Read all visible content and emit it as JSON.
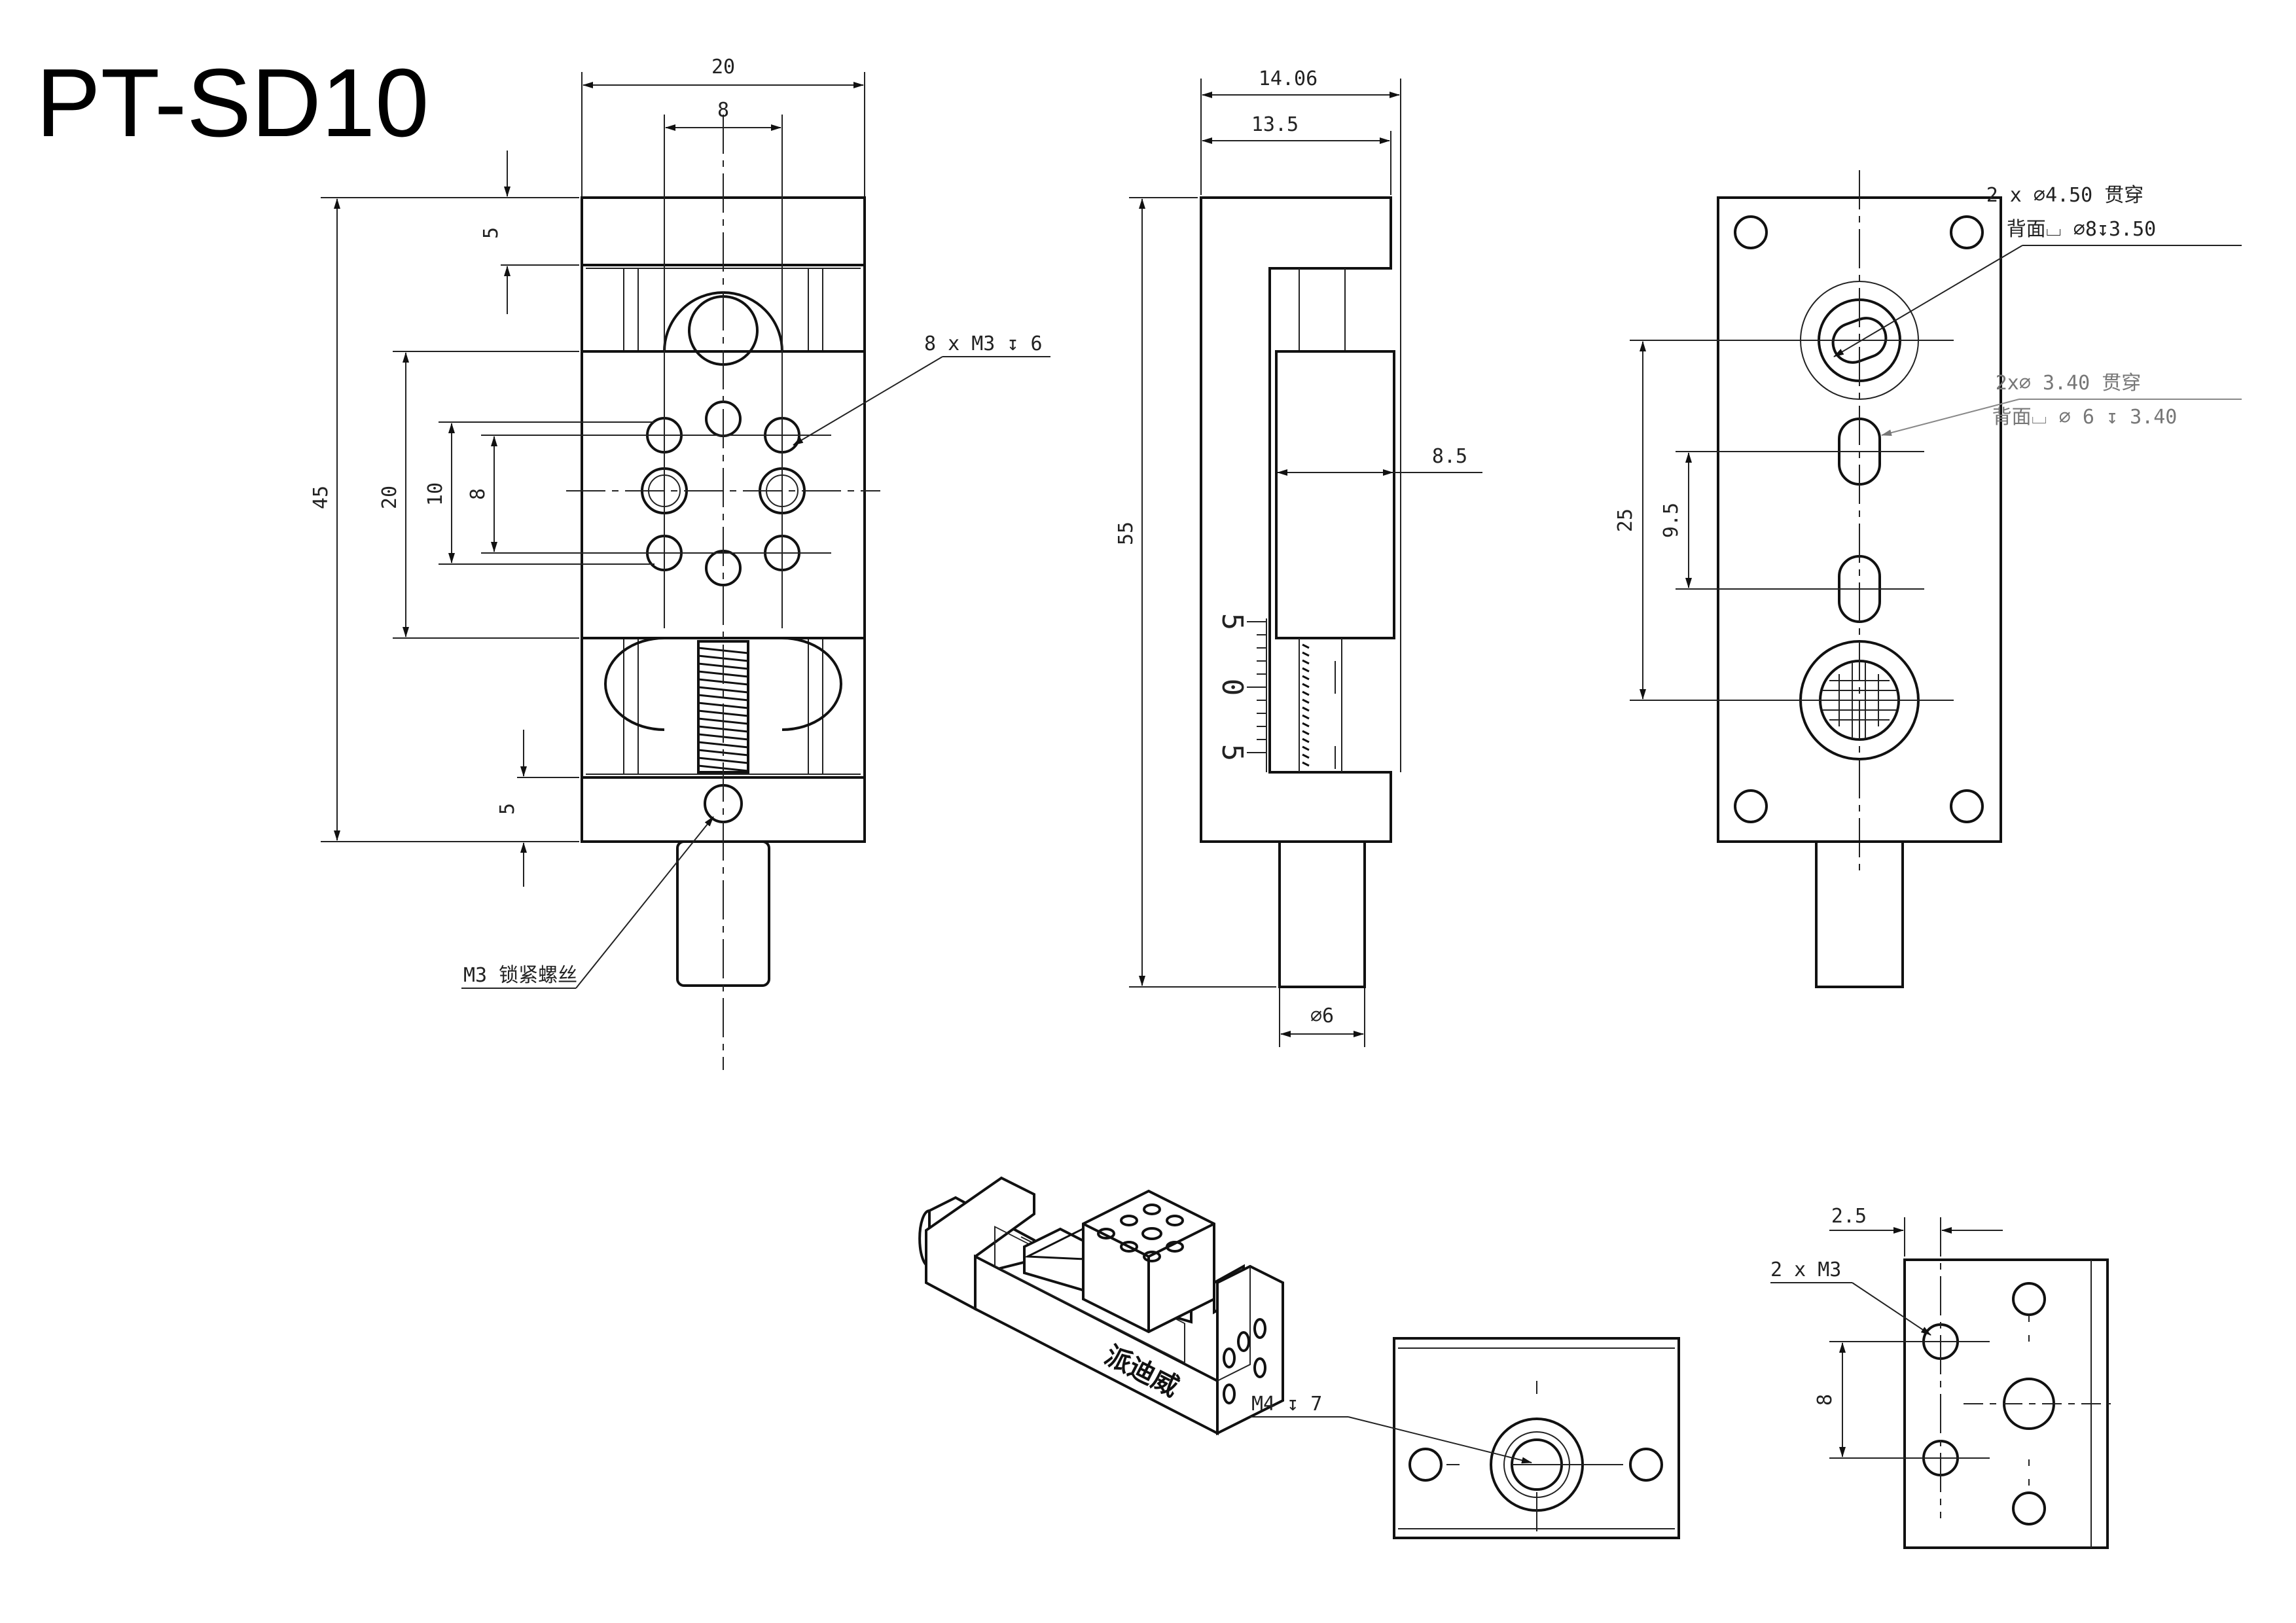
{
  "title": "PT-SD10",
  "front_view": {
    "width_dim": "20",
    "hole_spacing_dim": "8",
    "height_dim": "45",
    "platform_dim": "20",
    "pattern_outer_dim": "10",
    "pattern_inner_dim": "8",
    "top_flange_dim": "5",
    "bottom_flange_dim": "5",
    "tapped_holes_note": "8 x M3 ↧ 6",
    "lock_screw_note": "M3 锁紧螺丝"
  },
  "side_view": {
    "depth_dim": "14.06",
    "depth2_dim": "13.5",
    "height_dim": "55",
    "carriage_dim": "8.5",
    "knob_dia_dim": "⌀6",
    "scale_labels": [
      "5",
      "0",
      "5"
    ]
  },
  "back_view": {
    "thru_note_1": "2 x ⌀4.50 贯穿",
    "cbore_note_1": "背面⌴ ⌀8↧3.50",
    "thru_note_2": "2x⌀ 3.40 贯穿",
    "cbore_note_2": "背面⌴ ⌀ 6 ↧ 3.40",
    "height_dim": "25",
    "spacing_dim": "9.5"
  },
  "iso_view": {
    "brand_text": "派迪威"
  },
  "bottom_view": {
    "tapped_note": "M4 ↧ 7"
  },
  "end_view": {
    "offset_dim": "2.5",
    "tapped_note": "2 x M3",
    "spacing_dim": "8"
  }
}
